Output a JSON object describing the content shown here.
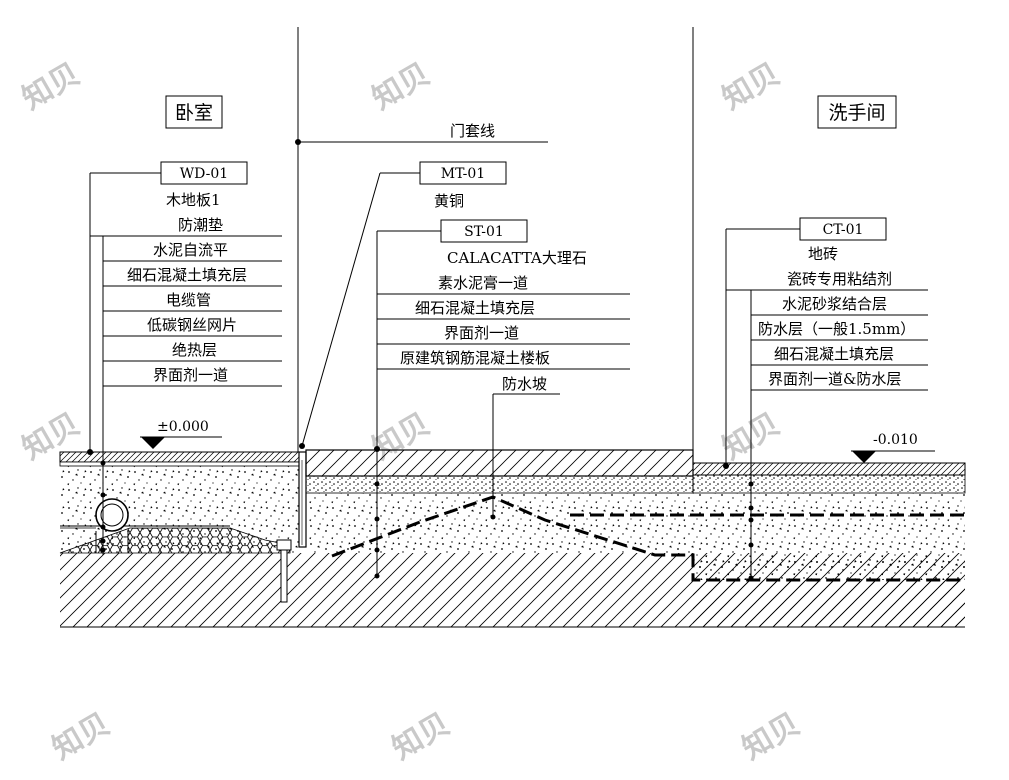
{
  "rooms": {
    "bedroom": "卧室",
    "washroom": "洗手间"
  },
  "door_casing": "门套线",
  "levels": {
    "left": "±0.000",
    "right": "-0.010"
  },
  "waterproof_slope": "防水坡",
  "callouts": {
    "wd": {
      "code": "WD-01",
      "layers": [
        "木地板1",
        "防潮垫",
        "水泥自流平",
        "细石混凝土填充层",
        "电缆管",
        "低碳钢丝网片",
        "绝热层",
        "界面剂一道"
      ]
    },
    "mt": {
      "code": "MT-01",
      "layers": [
        "黄铜"
      ]
    },
    "st": {
      "code": "ST-01",
      "layers": [
        "CALACATTA大理石",
        "素水泥膏一道",
        "细石混凝土填充层",
        "界面剂一道",
        "原建筑钢筋混凝土楼板"
      ]
    },
    "ct": {
      "code": "CT-01",
      "layers": [
        "地砖",
        "瓷砖专用粘结剂",
        "水泥砂浆结合层",
        "防水层（一般1.5mm）",
        "细石混凝土填充层",
        "界面剂一道&防水层"
      ]
    }
  },
  "watermark": "知贝"
}
